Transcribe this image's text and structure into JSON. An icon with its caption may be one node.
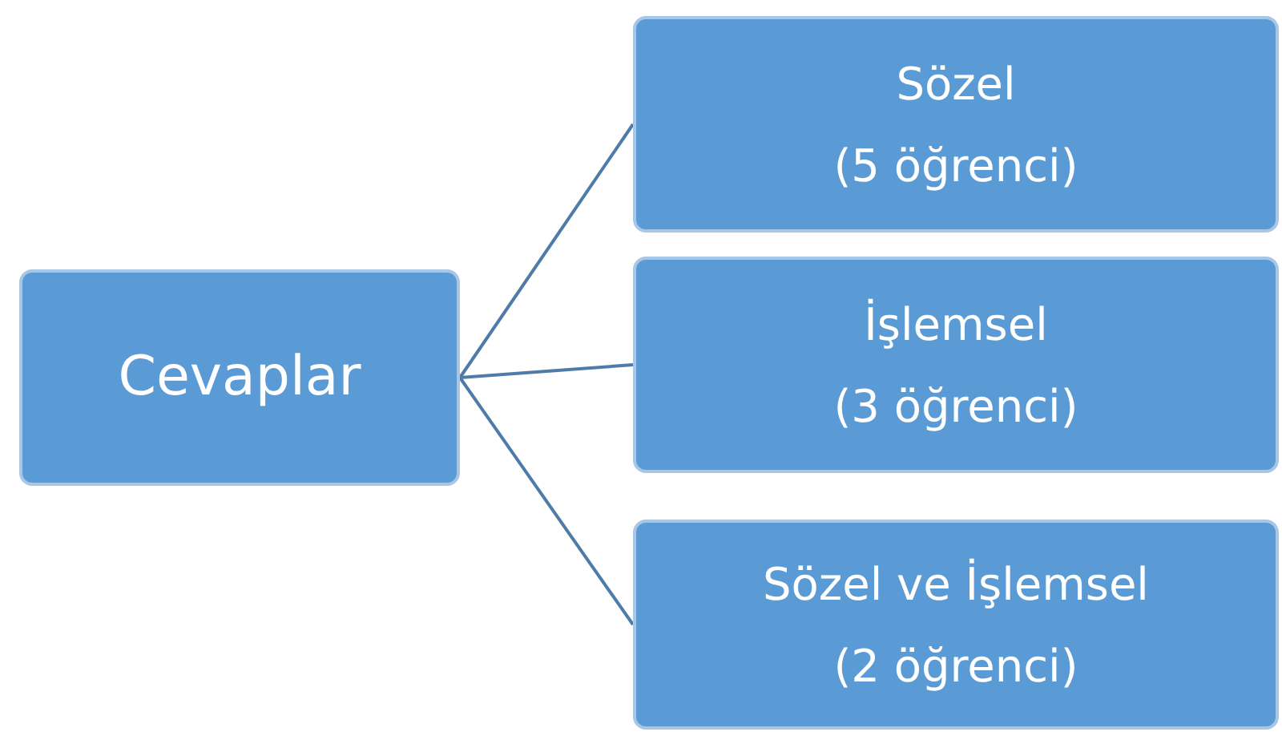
{
  "diagram": {
    "nodes": [
      {
        "text": [
          "Cevaplar"
        ]
      },
      {
        "text": [
          "Sözel",
          "(5 öğrenci)"
        ]
      },
      {
        "text": [
          "İşlemsel",
          "(3 öğrenci)"
        ]
      },
      {
        "text": [
          "Sözel ve İşlemsel",
          "(2 öğrenci)"
        ]
      }
    ],
    "edges": [
      {
        "from": 0,
        "to": 1,
        "arrow": "none"
      },
      {
        "from": 0,
        "to": 2,
        "arrow": "none"
      },
      {
        "from": 0,
        "to": 3,
        "arrow": "none"
      }
    ]
  }
}
